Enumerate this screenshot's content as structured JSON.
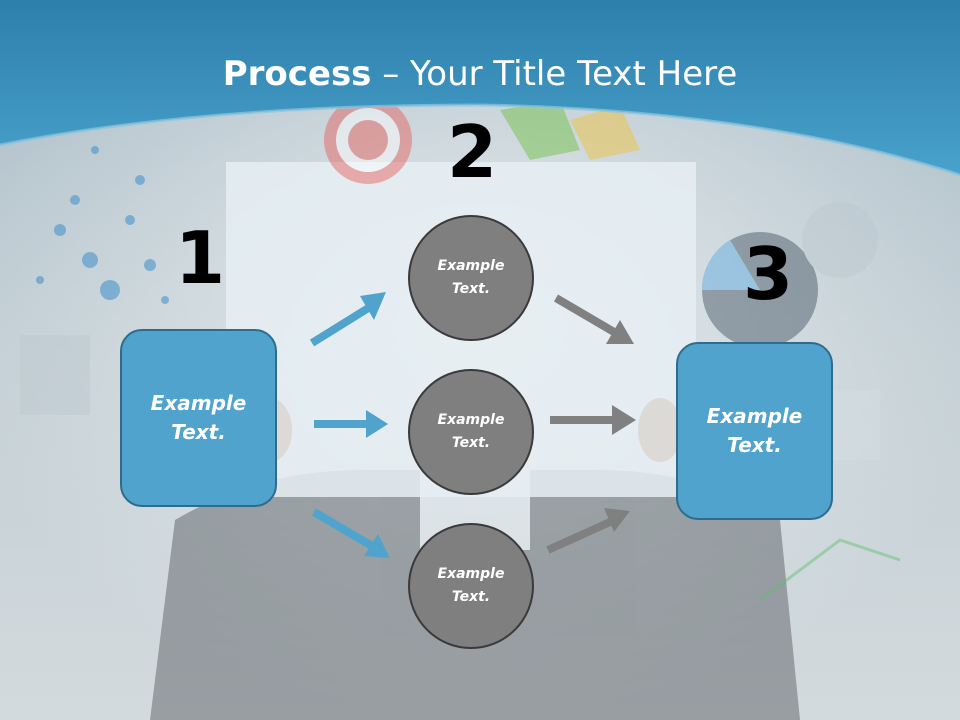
{
  "title": {
    "bold": "Process",
    "rest": " – Your Title Text Here"
  },
  "steps": {
    "one": "1",
    "two": "2",
    "three": "3"
  },
  "boxes": {
    "left": "Example\nText.",
    "right": "Example\nText."
  },
  "circles": [
    {
      "label": "Example\nText."
    },
    {
      "label": "Example\nText."
    },
    {
      "label": "Example\nText."
    }
  ],
  "colors": {
    "header": "#3b93bd",
    "box_fill": "#4fa3cc",
    "box_border": "#2f6c8c",
    "blue_arrow": "#4fa3cc",
    "gray_arrow": "#808080",
    "circle_fill": "#7f7f7f"
  }
}
